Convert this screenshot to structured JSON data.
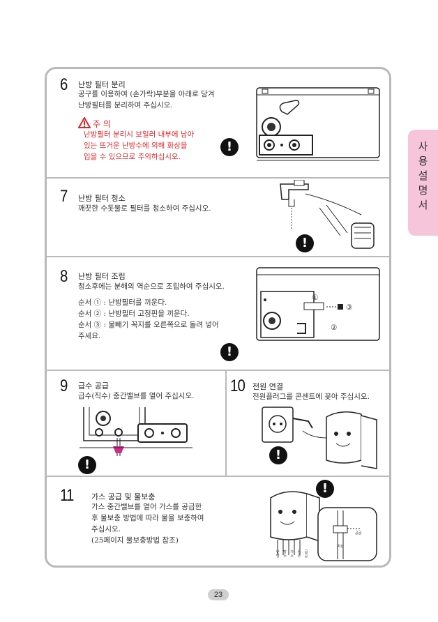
{
  "side_tab": {
    "label": "사\n용\n설\n명\n서"
  },
  "page_number": "23",
  "steps": {
    "s6": {
      "number": "6",
      "title": "난방 필터 분리",
      "lines": [
        "공구를 이용하여 (손가락)부분을 아래로 당겨",
        "난방필터를 분리하여 주십시오."
      ],
      "warning_title": "주 의",
      "warning_lines": [
        "난방필터 분리시 보일러 내부에 남아",
        "있는 뜨거운 난방수에 의해 화상을",
        "입을 수 있으므로 주의하십시오."
      ]
    },
    "s7": {
      "number": "7",
      "title": "난방 필터 청소",
      "lines": [
        "깨끗한 수돗물로 필터를 청소하여 주십시오."
      ]
    },
    "s8": {
      "number": "8",
      "title": "난방 필터 조립",
      "lines": [
        "청소후에는 분해의 역순으로 조립하여 주십시오."
      ],
      "order_lines": [
        "순서 ① :  난방필터를 끼운다.",
        "순서 ② :  난방필터 고정핀을 끼운다.",
        "순서 ③ :  물빼기 꼭지를 오른쪽으로 돌려 넣어",
        "              주세요."
      ],
      "label_1": "①",
      "label_2": "②",
      "label_3": "③"
    },
    "s9": {
      "number": "9",
      "title": "급수 공급",
      "lines": [
        "급수(직수) 중간밸브를 열어 주십시오."
      ]
    },
    "s10": {
      "number": "10",
      "title": "전원 연결",
      "lines": [
        "전원플러그를 콘센트에 꽂아 주십시오."
      ]
    },
    "s11": {
      "number": "11",
      "title": "가스 공급 및 물보충",
      "lines": [
        "가스 중간밸브를 열어 가스를 공급한",
        "후 물보충 방법에 따라 물을 보충하여",
        "주십시오.",
        "(25페이지 물보충방법 참조)"
      ],
      "pipe_labels": "난 방 가 온 급\n방 수 스 수 공",
      "valve_supply": "공급",
      "valve_block": "차단"
    }
  }
}
